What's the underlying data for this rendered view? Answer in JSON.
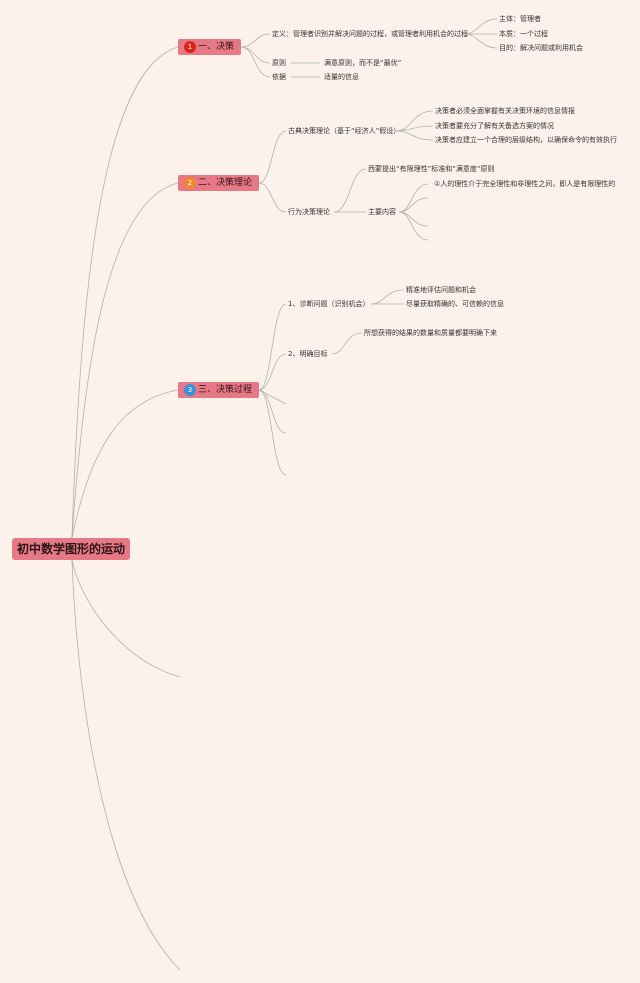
{
  "root": {
    "label": "初中数学图形的运动"
  },
  "sections": [
    {
      "badge": "1",
      "title": "一、决策",
      "definition_label": "定义：管理者识别并解决问题的过程，或管理者利用机会的过程",
      "definition_items": [
        "主体：管理者",
        "本质：一个过程",
        "目的：解决问题或利用机会"
      ],
      "principle_label": "原则",
      "principle_value": "满意原则，而不是“最优”",
      "basis_label": "依据",
      "basis_value": "适量的信息"
    },
    {
      "badge": "2",
      "title": "二、决策理论",
      "classical_label": "古典决策理论（基于“经济人”假设）",
      "classical_items": [
        "决策者必须全面掌握有关决策环境的信息情报",
        "决策者要充分了解有关备选方案的情况",
        "决策者应建立一个合理的层级结构，以确保命令的有效执行"
      ],
      "behavior_label": "行为决策理论",
      "simon_label": "西蒙提出“有限理性”标准和“满意度”原则",
      "main_content_label": "主要内容",
      "main_content_items": [
        "①人的理性介于完全理性和非理性之间，即人是有限理性的"
      ]
    },
    {
      "badge": "3",
      "title": "三、决策过程",
      "step1_label": "1、诊断问题（识别机会）",
      "step1_items": [
        "精准地评估问题和机会",
        "尽量获取精确的、可信赖的信息"
      ],
      "step2_label": "2、明确目标",
      "step2_items": [
        "所想获得的结果的数量和质量都要明确下来"
      ]
    }
  ],
  "colors": {
    "background": "#fdf1ec",
    "node_fill": "#e77885",
    "line": "#a9b7a0",
    "badge_1": "#d9261c",
    "badge_2": "#f0892a",
    "badge_3": "#3a8fd6"
  }
}
